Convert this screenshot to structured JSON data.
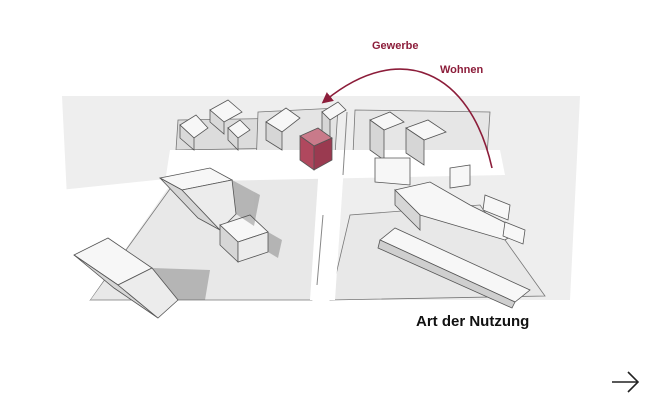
{
  "diagram": {
    "labels": {
      "gewerbe": "Gewerbe",
      "wohnen": "Wohnen"
    },
    "caption": "Art der Nutzung",
    "colors": {
      "arrow": "#8c1d3a",
      "highlight_building": "#b0485e",
      "ground": "#e6e6e6",
      "street": "#ffffff",
      "outline": "#555555"
    }
  },
  "navigation": {
    "next_icon": "arrow-right-icon"
  }
}
